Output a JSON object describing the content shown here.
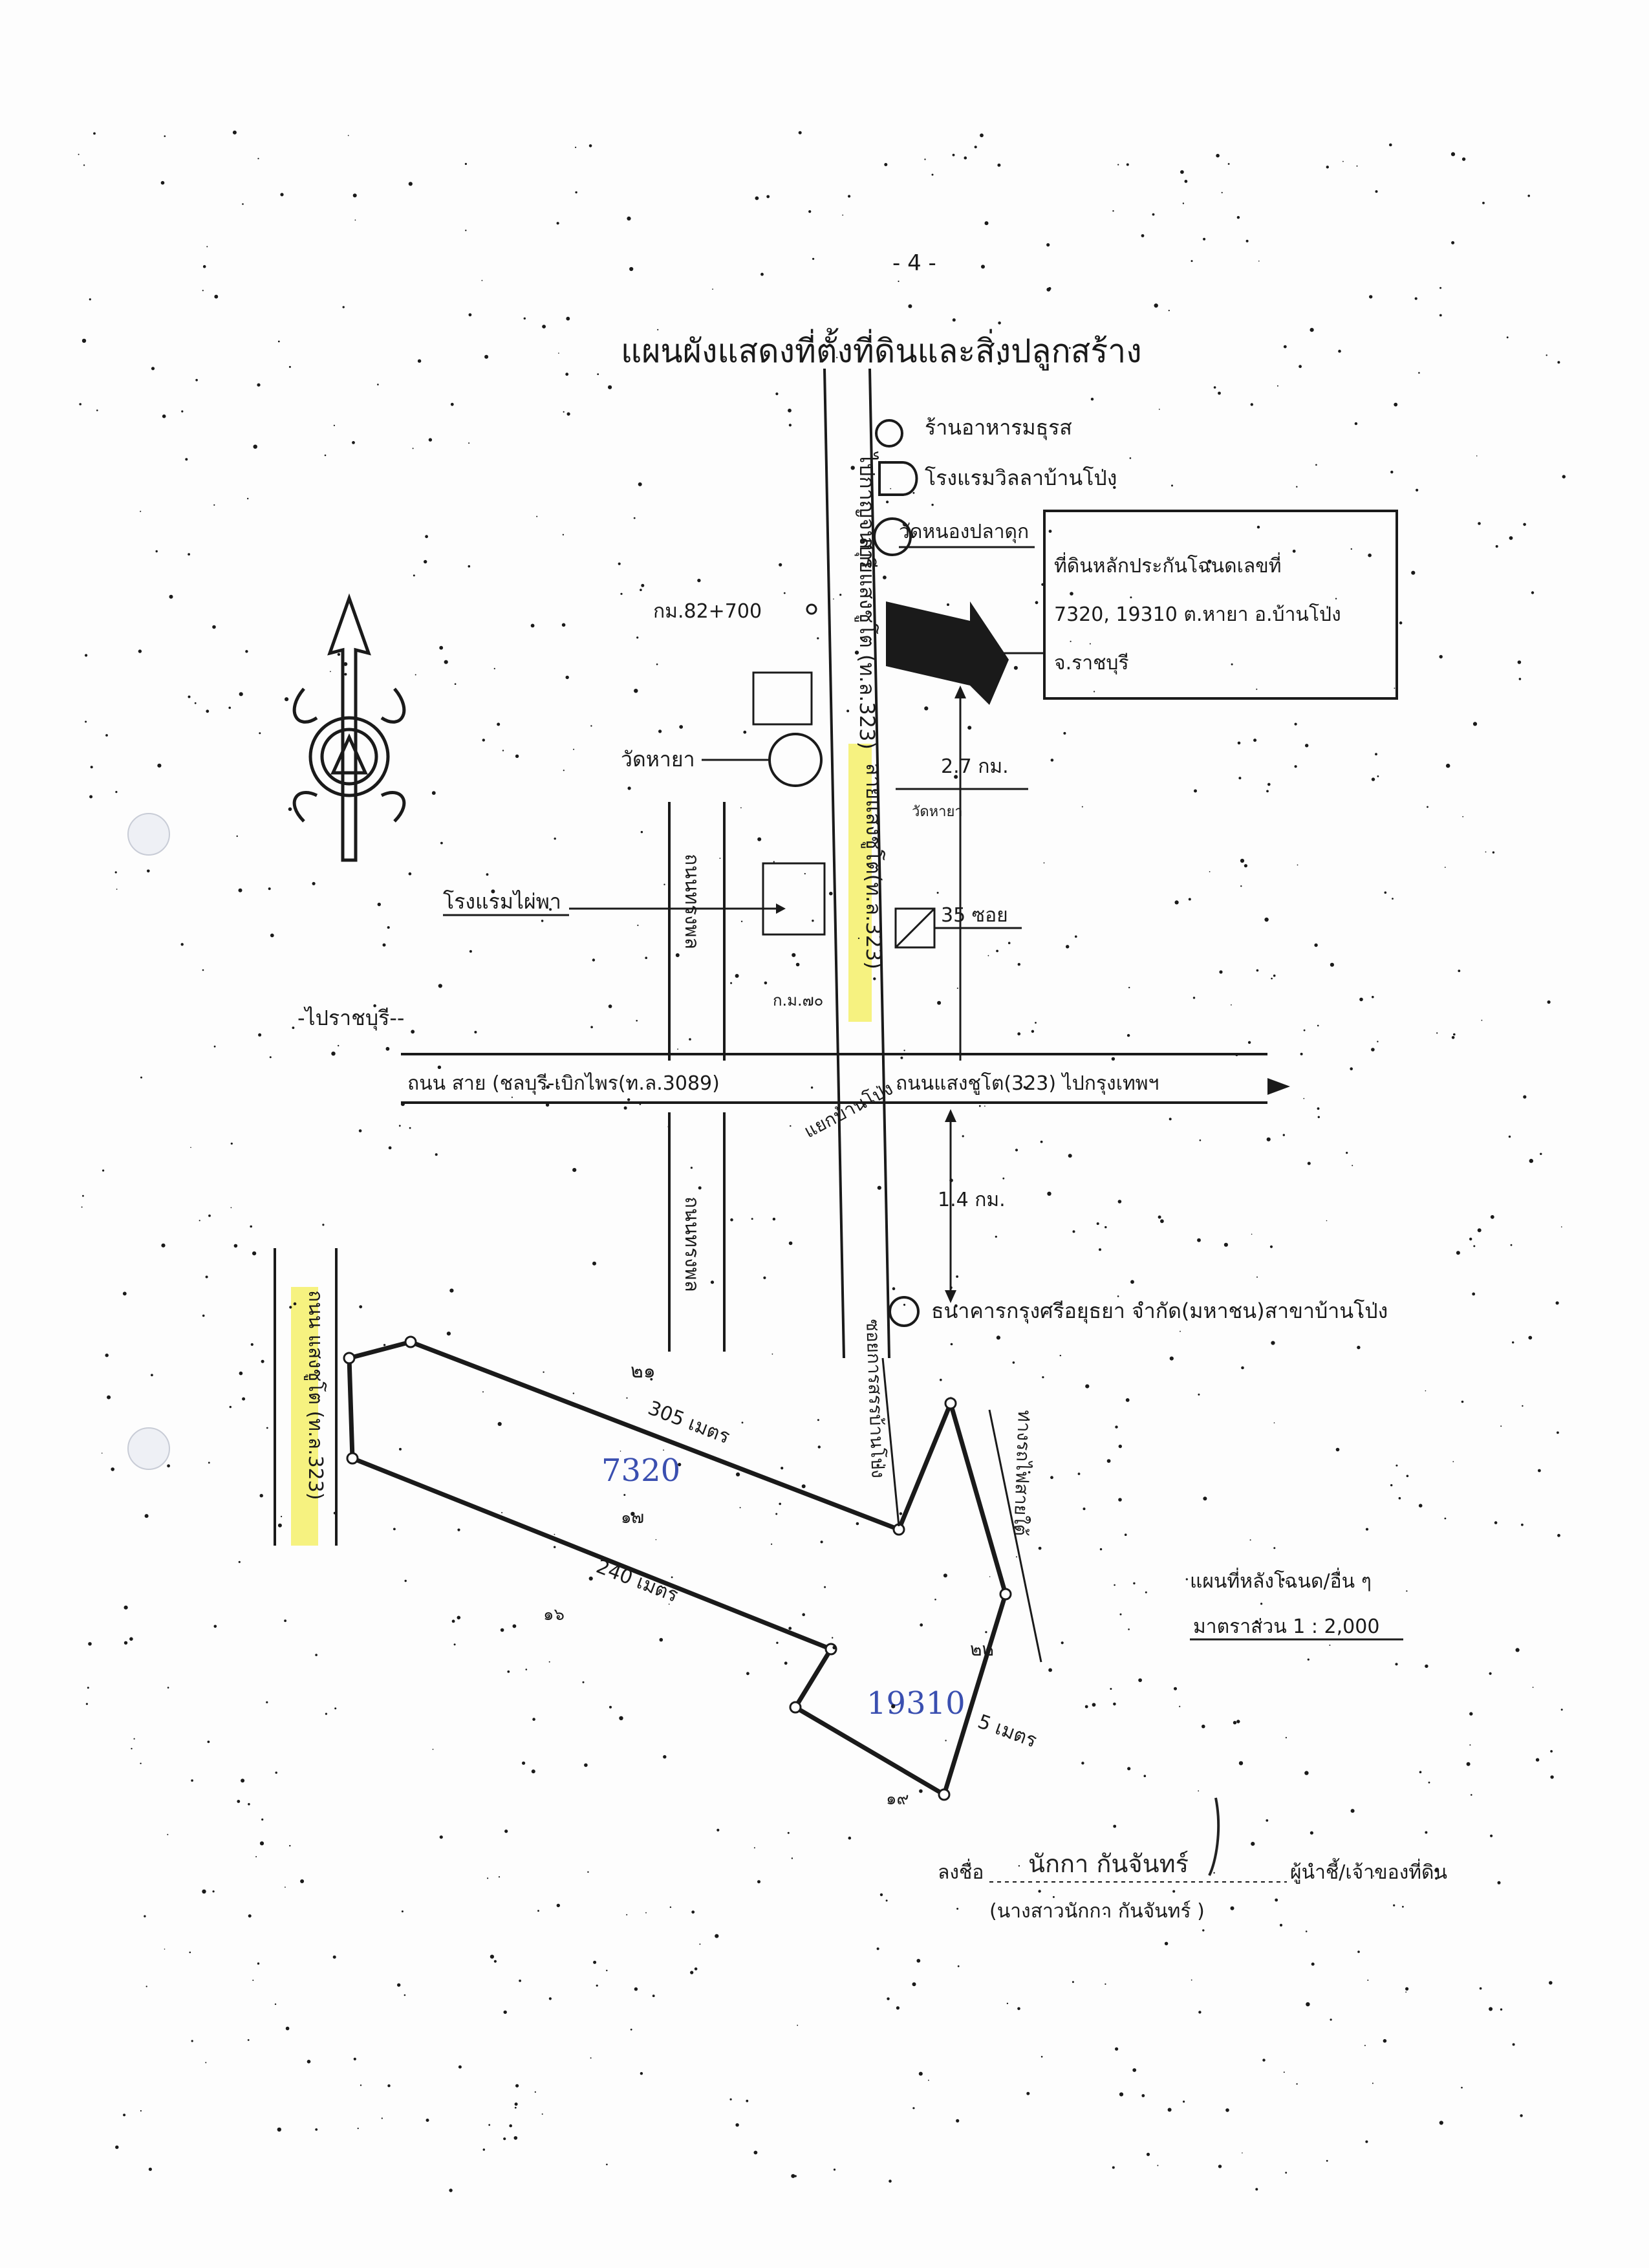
{
  "page_number": "- 4 -",
  "title": "แผนผังแสดงที่ตั้งที่ดินและสิ่งปลูกสร้าง",
  "landmarks": {
    "restaurant": "ร้านอาหารมธุรส",
    "hotel_top": "โรงแรมวิลลาบ้านโป่ง",
    "marker_top": "วัดหนองปลาดุก",
    "km_marker": "กม.82+700",
    "temple": "วัดหายา",
    "hotel_left": "โรงแรมไผ่พา",
    "school": "35 ซอย",
    "bank": "ธนาคารกรุงศรีอยุธยา จำกัด(มหาชน)สาขาบ้านโป่ง"
  },
  "roads": {
    "vertical_top": "ไปกาญจนบุรี",
    "vertical_main": "สายแสงชูโต (ท.ล.323)",
    "vertical_mid": "สายแสงชูโต(ท.ล.323)",
    "vertical_side": "ถนนทรงพล",
    "horizontal_left": "ถนน สาย (ชลบุรี-เบิกไพร(ท.ล.3089)",
    "horizontal_center": "แยกบ้านโป่ง",
    "horizontal_right": "ถนนแสงชูโต(323) ไปกรุงเทพฯ",
    "to_ratchaburi": "-ไปราชบุรี--",
    "left_road": "ถนน แสงชูโต (ท.ล.323)",
    "lower_vertical": "ถนนทรงพล",
    "lower_diag": "ซอยการสรรบ้านโป่ง",
    "lower_right": "ทางรถไฟสายใต้"
  },
  "distances": {
    "d1": "2.7 กม.",
    "d1_sub": "วัดหายา",
    "d2": "1.4 กม.",
    "km_small": "ก.ม.๗๐"
  },
  "callout": {
    "line1": "ที่ดินหลักประกันโฉนดเลขที่",
    "line2": "7320, 19310 ต.หายา อ.บ้านโป่ง",
    "line3": "จ.ราชบุรี"
  },
  "plot": {
    "dim_top": "305 เมตร",
    "dim_bottom": "240 เมตร",
    "dim_right": "5 เมตร",
    "deed1": "7320",
    "deed2": "19310",
    "num_a": "๒๑",
    "num_b": "๑๗",
    "num_c": "๑๖",
    "num_d": "๒๒",
    "num_e": "๑๙"
  },
  "legend": {
    "line1": "แผนที่หลังโฉนด/อื่น ๆ",
    "line2": "มาตราส่วน 1 : 2,000"
  },
  "signature": {
    "label": "ลงชื่อ",
    "role": "ผู้นำชี้/เจ้าของที่ดิน",
    "name": "(นางสาวนักกา กันจันทร์ )",
    "sig_text": "นักกา กันจันทร์"
  },
  "colors": {
    "ink": "#1a1a1a",
    "highlight": "#f5f06a",
    "pen": "#3a4fb0"
  }
}
